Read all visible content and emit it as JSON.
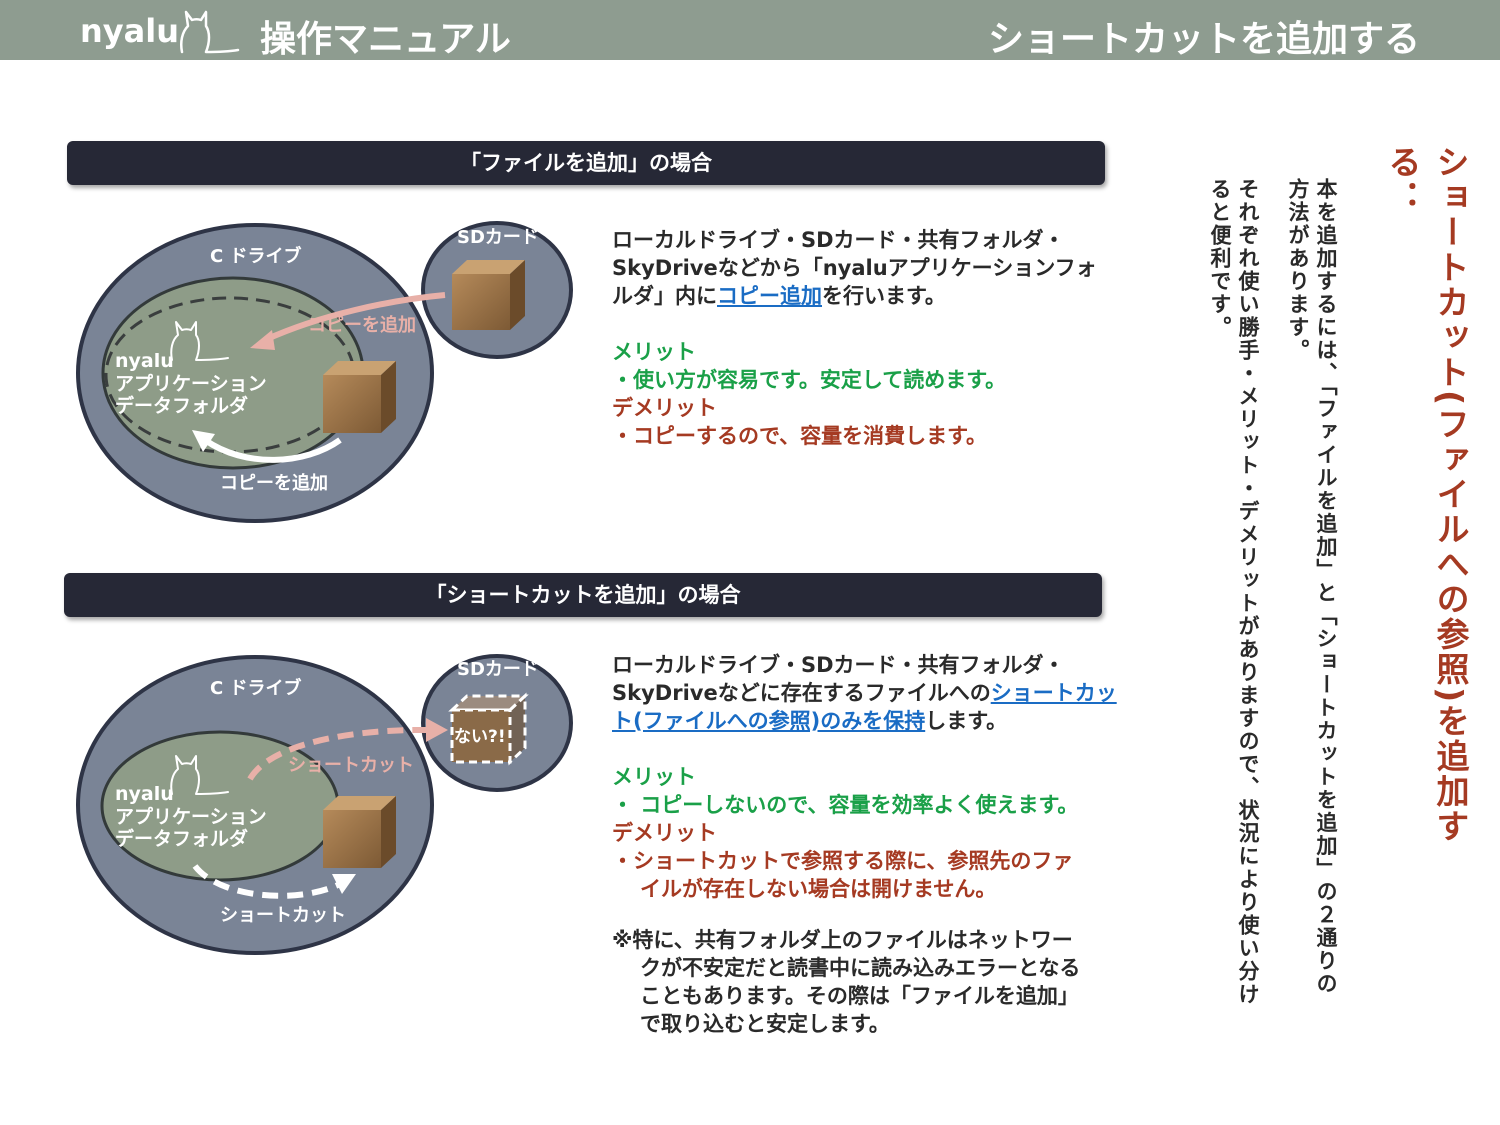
{
  "header": {
    "brand": "nyalu",
    "manual_title": "操作マニュアル",
    "page_title": "ショートカットを追加する",
    "cat_icon": "cat-icon"
  },
  "colors": {
    "header_bg": "#8e9c90",
    "section_bar_bg": "#262836",
    "drive_ellipse": "#7a8496",
    "folder_ellipse": "#8e9c88",
    "merit_green": "#1aa048",
    "demerit_red": "#a53a22",
    "link_blue": "#1a6cc4",
    "heading_red": "#a53a22",
    "copy_arrow": "#e8b0a8"
  },
  "section1": {
    "bar_title": "「ファイルを追加」の場合",
    "diagram": {
      "drive_label": "C ドライブ",
      "sd_label": "SDカード",
      "folder_line1": "nyalu",
      "folder_line2": "アプリケーション",
      "folder_line3": "データフォルダ",
      "arrow_top_label": "コピーを追加",
      "arrow_bottom_label": "コピーを追加"
    },
    "desc_pre": "ローカルドライブ・SDカード・共有フォルダ・SkyDriveなどから「nyaluアプリケーションフォルダ」内に",
    "desc_link": "コピー追加",
    "desc_post": "を行います。",
    "merit_heading": "メリット",
    "merit_text": "・使い方が容易です。安定して読めます。",
    "demerit_heading": "デメリット",
    "demerit_text": "・コピーするので、容量を消費します。"
  },
  "section2": {
    "bar_title": "「ショートカットを追加」の場合",
    "diagram": {
      "drive_label": "C ドライブ",
      "sd_label": "SDカード",
      "folder_line1": "nyalu",
      "folder_line2": "アプリケーション",
      "folder_line3": "データフォルダ",
      "arrow_top_label": "ショートカット",
      "arrow_bottom_label": "ショートカット",
      "missing_label": "ない?!"
    },
    "desc_pre": "ローカルドライブ・SDカード・共有フォルダ・SkyDriveなどに存在するファイルへの",
    "desc_link": "ショートカット(ファイルへの参照)のみを保持",
    "desc_post": "します。",
    "merit_heading": "メリット",
    "merit_text": "・ コピーしないので、容量を効率よく使えます。",
    "demerit_heading": "デメリット",
    "demerit_text1": "・ショートカットで参照する際に、参照先のファ",
    "demerit_text2": "イルが存在しない場合は開けません。",
    "note1": "※特に、共有フォルダ上のファイルはネットワー",
    "note2": "クが不安定だと読書中に読み込みエラーとなる",
    "note3": "こともあります。その際は「ファイルを追加」",
    "note4": "で取り込むと安定します。"
  },
  "side": {
    "heading": "ショートカット(ファイルへの参照)を追加する：",
    "col1": "本を追加するには、「ファイルを追加」と「ショートカットを追加」の２通りの",
    "col2": "方法があります。",
    "col3": "それぞれ使い勝手・メリット・デメリットがありますので、状況により使い分け",
    "col4": "ると便利です。"
  }
}
